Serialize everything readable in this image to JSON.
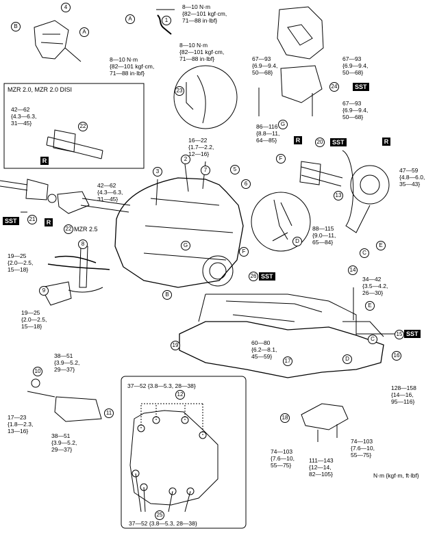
{
  "labels": {
    "sst": "SST",
    "r": "R",
    "mzr_2_0": "MZR 2.0, MZR 2.0 DISI",
    "mzr_2_5": "MZR 2.5",
    "units": "N·m {kgf·m, ft·lbf}"
  },
  "callouts": [
    "1",
    "2",
    "3",
    "4",
    "5",
    "6",
    "7",
    "8",
    "9",
    "10",
    "11",
    "12",
    "13",
    "14",
    "15",
    "16",
    "17",
    "18",
    "19",
    "20",
    "21",
    "22",
    "23",
    "24",
    "25",
    "26"
  ],
  "letters": [
    "A",
    "B",
    "C",
    "D",
    "E",
    "F",
    "G"
  ],
  "torques": {
    "t_top_bolt": "8—10 N·m\n{82—101 kgf·cm,\n71—88 in·lbf}",
    "t_bracket_bolt": "8—10 N·m\n{82—101 kgf·cm,\n71—88 in·lbf}",
    "t_inset_bolt": "8—10 N·m\n{82—101 kgf·cm,\n71—88 in·lbf}",
    "t_mount_left": "67—93\n{6.9—9.4,\n50—68}",
    "t_mount_right": "67—93\n{6.9—9.4,\n50—68}",
    "t_mount_lower": "67—93\n{6.9—9.4,\n50—68}",
    "t_mount_long": "86—116\n{8.8—11,\n64—85}",
    "t_mzr20_shaft": "42—62\n{4.3—6.3,\n31—45}",
    "t_mzr25_shaft": "42—62\n{4.3—6.3,\n31—45}",
    "t_wire": "16—22\n{1.7—2.2,\n12—16}",
    "t_hub_nut": "47—59\n{4.8—6.0,\n35—43}",
    "t_balljoint": "88—115\n{9.0—11,\n65—84}",
    "t_bracket_a": "19—25\n{2.0—2.5,\n15—18}",
    "t_bracket_b": "19—25\n{2.0—2.5,\n15—18}",
    "t_tierod": "34—42\n{3.5—4.2,\n26—30}",
    "t_member": "60—80\n{6.2—8.1,\n45—59}",
    "t_starter_top": "38—51\n{3.9—5.2,\n29—37}",
    "t_starter_bot": "38—51\n{3.9—5.2,\n29—37}",
    "t_starter_side": "17—23\n{1.8—2.3,\n13—16}",
    "t_member_rear": "128—158\n{14—16,\n95—116}",
    "t_plate_left": "74—103\n{7.6—10,\n55—75}",
    "t_plate_mid": "111—143\n{12—14,\n82—105}",
    "t_plate_right": "74—103\n{7.6—10,\n55—75}",
    "t_trans_top": "37—52 {3.8—5.3, 28—38}",
    "t_trans_bot": "37—52 {3.8—5.3, 28—38}"
  }
}
